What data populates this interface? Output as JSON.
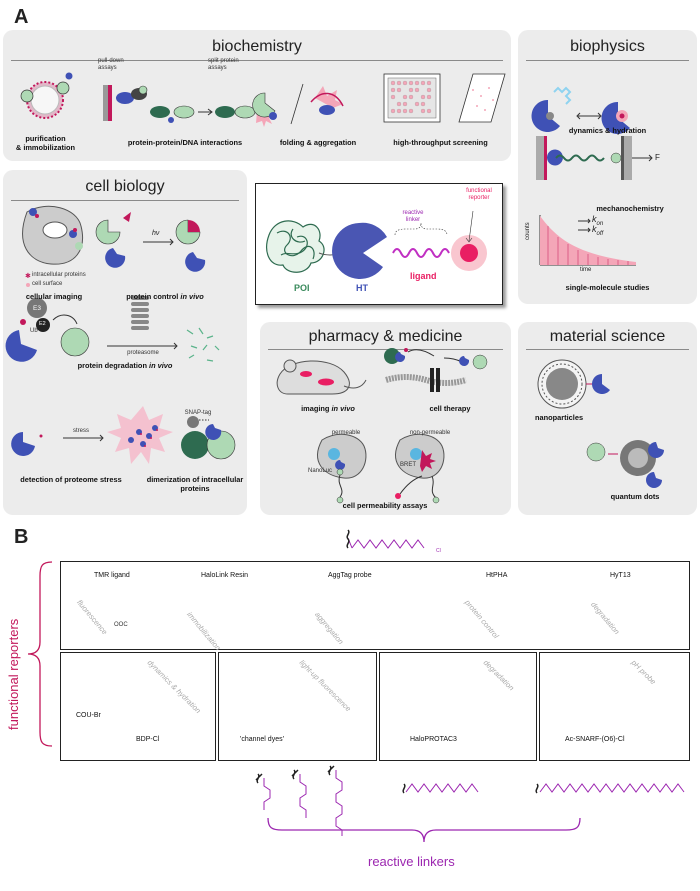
{
  "sectionA": "A",
  "sectionB": "B",
  "biochem": {
    "title": "biochemistry",
    "pulldown": "pull-down\nassays",
    "split": "split protein\nassays",
    "purif": "purification\n& immobilization",
    "ppi": "protein-protein/DNA interactions",
    "folding": "folding & aggregation",
    "hts": "high-throughput screening"
  },
  "biophys": {
    "title": "biophysics",
    "dynamics": "dynamics & hydration",
    "mechano": "mechanochemistry",
    "F": "F",
    "single": "single-molecule studies",
    "counts": "counts",
    "time": "time",
    "kon": "k",
    "kon_sub": "on",
    "koff": "k",
    "koff_sub": "off"
  },
  "cellbio": {
    "title": "cell biology",
    "intracellular": "intracellular proteins",
    "surface": "cell surface",
    "imaging": "cellular imaging",
    "control": "protein control ",
    "control_em": "in vivo",
    "hv": "hν",
    "E3": "E3",
    "E2": "E2",
    "Ub": "Ub",
    "proteasome": "proteasome",
    "degradation": "protein degradation ",
    "degradation_em": "in vivo",
    "stress": "stress",
    "snap": "SNAP-tag",
    "detection": "detection of proteome stress",
    "dimer": "dimerization of intracellular\nproteins"
  },
  "center": {
    "poi": "POI",
    "ht": "HT",
    "ligand": "ligand",
    "linker": "reactive\nlinker",
    "reporter": "functional\nreporter"
  },
  "pharm": {
    "title": "pharmacy & medicine",
    "imaging": "imaging ",
    "imaging_em": "in vivo",
    "therapy": "cell therapy",
    "permeable": "permeable",
    "nonpermeable": "non-permeable",
    "nanoluc": "NanoLuc",
    "bret": "BRET",
    "perm": "cell permeability assays"
  },
  "material": {
    "title": "material science",
    "nano": "nanoparticles",
    "qd": "quantum dots"
  },
  "partB": {
    "functional": "functional reporters",
    "reactive": "reactive linkers",
    "top": [
      {
        "name": "TMR ligand",
        "role": "fluorescence"
      },
      {
        "name": "HaloLink Resin",
        "role": "immobilization"
      },
      {
        "name": "AggTag probe",
        "role": "aggregation"
      },
      {
        "name": "HtPHA",
        "role": "protein control"
      },
      {
        "name": "HyT13",
        "role": "degradation"
      }
    ],
    "bottom": [
      {
        "name": "COU-Br",
        "name2": "BDP-Cl",
        "role": "dynamics & hydration"
      },
      {
        "name": "'channel dyes'",
        "role": "light-up fluorescence"
      },
      {
        "name": "HaloPROTAC3",
        "role": "degradation"
      },
      {
        "name": "Ac-SNARF-(O6)-Cl",
        "role": "pH probe"
      }
    ],
    "tmr_coo": "OOC",
    "cl": "Cl"
  },
  "colors": {
    "magenta": "#c2185b",
    "purple": "#9c27b0",
    "blue": "#3f51b5",
    "green": "#aed9b4",
    "panel": "#ececec"
  }
}
